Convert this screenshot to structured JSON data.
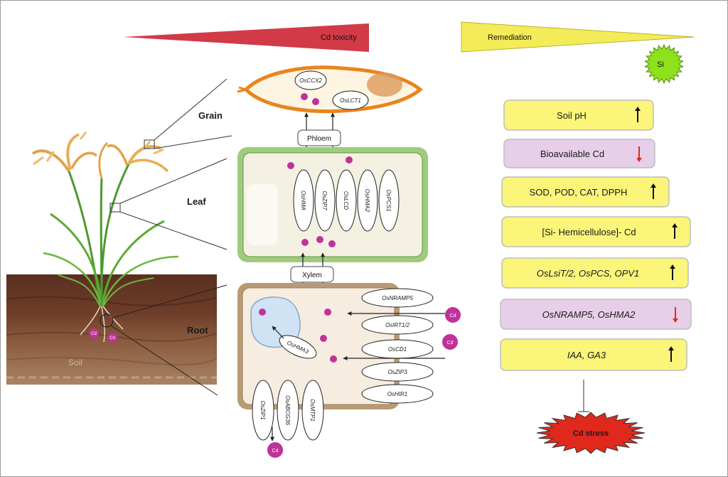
{
  "header": {
    "toxicity_label": "Cd toxicity",
    "remediation_label": "Remediation",
    "si_label": "Si"
  },
  "organ_labels": {
    "grain": "Grain",
    "leaf": "Leaf",
    "root": "Root",
    "soil": "Soil"
  },
  "grain": {
    "genes": [
      "OsCCX2",
      "OsLCT1"
    ]
  },
  "transport": {
    "phloem": "Phloem",
    "xylem": "Xylem"
  },
  "leaf": {
    "genes": [
      "OsHMA",
      "OsZIP7",
      "OsLCD",
      "OsHMA2",
      "OsPCS1"
    ]
  },
  "root": {
    "vacuole_gene": "OsHMA3",
    "uptake_genes": [
      "OsNRAMP5",
      "OsIRT1/2",
      "OsCD1",
      "OsZIP3",
      "OsHIR1"
    ],
    "efflux_genes": [
      "OsZIP1",
      "OsABCG36",
      "OsMTP1"
    ]
  },
  "ion_label": "Cd",
  "remediation_effects": [
    {
      "label": "Soil pH",
      "direction": "up",
      "italic": false,
      "color": "#fbf57a"
    },
    {
      "label": "Bioavailable Cd",
      "direction": "down",
      "italic": false,
      "color": "#e7cfe9"
    },
    {
      "label": "SOD, POD, CAT, DPPH",
      "direction": "up",
      "italic": false,
      "color": "#fbf57a"
    },
    {
      "label": "[Si- Hemicellulose]- Cd",
      "direction": "up",
      "italic": false,
      "color": "#fbf57a"
    },
    {
      "label": "OsLsiT/2, OsPCS, OPV1",
      "direction": "up",
      "italic": true,
      "color": "#fbf57a"
    },
    {
      "label": "OsNRAMP5, OsHMA2",
      "direction": "down",
      "italic": true,
      "color": "#e7cfe9"
    },
    {
      "label": "IAA, GA3",
      "direction": "up",
      "italic": true,
      "color": "#fbf57a"
    }
  ],
  "outcome": "Cd stress",
  "colors": {
    "toxicity_wedge": "#d23a48",
    "remediation_wedge": "#f3ec58",
    "si_badge": "#8ee21c",
    "leaf_cell_border": "#5e9a3c",
    "root_cell_border": "#9b7f5c",
    "cd_ion": "#c0329a",
    "stress_star": "#e0281c",
    "down_arrow": "#e0281c"
  }
}
